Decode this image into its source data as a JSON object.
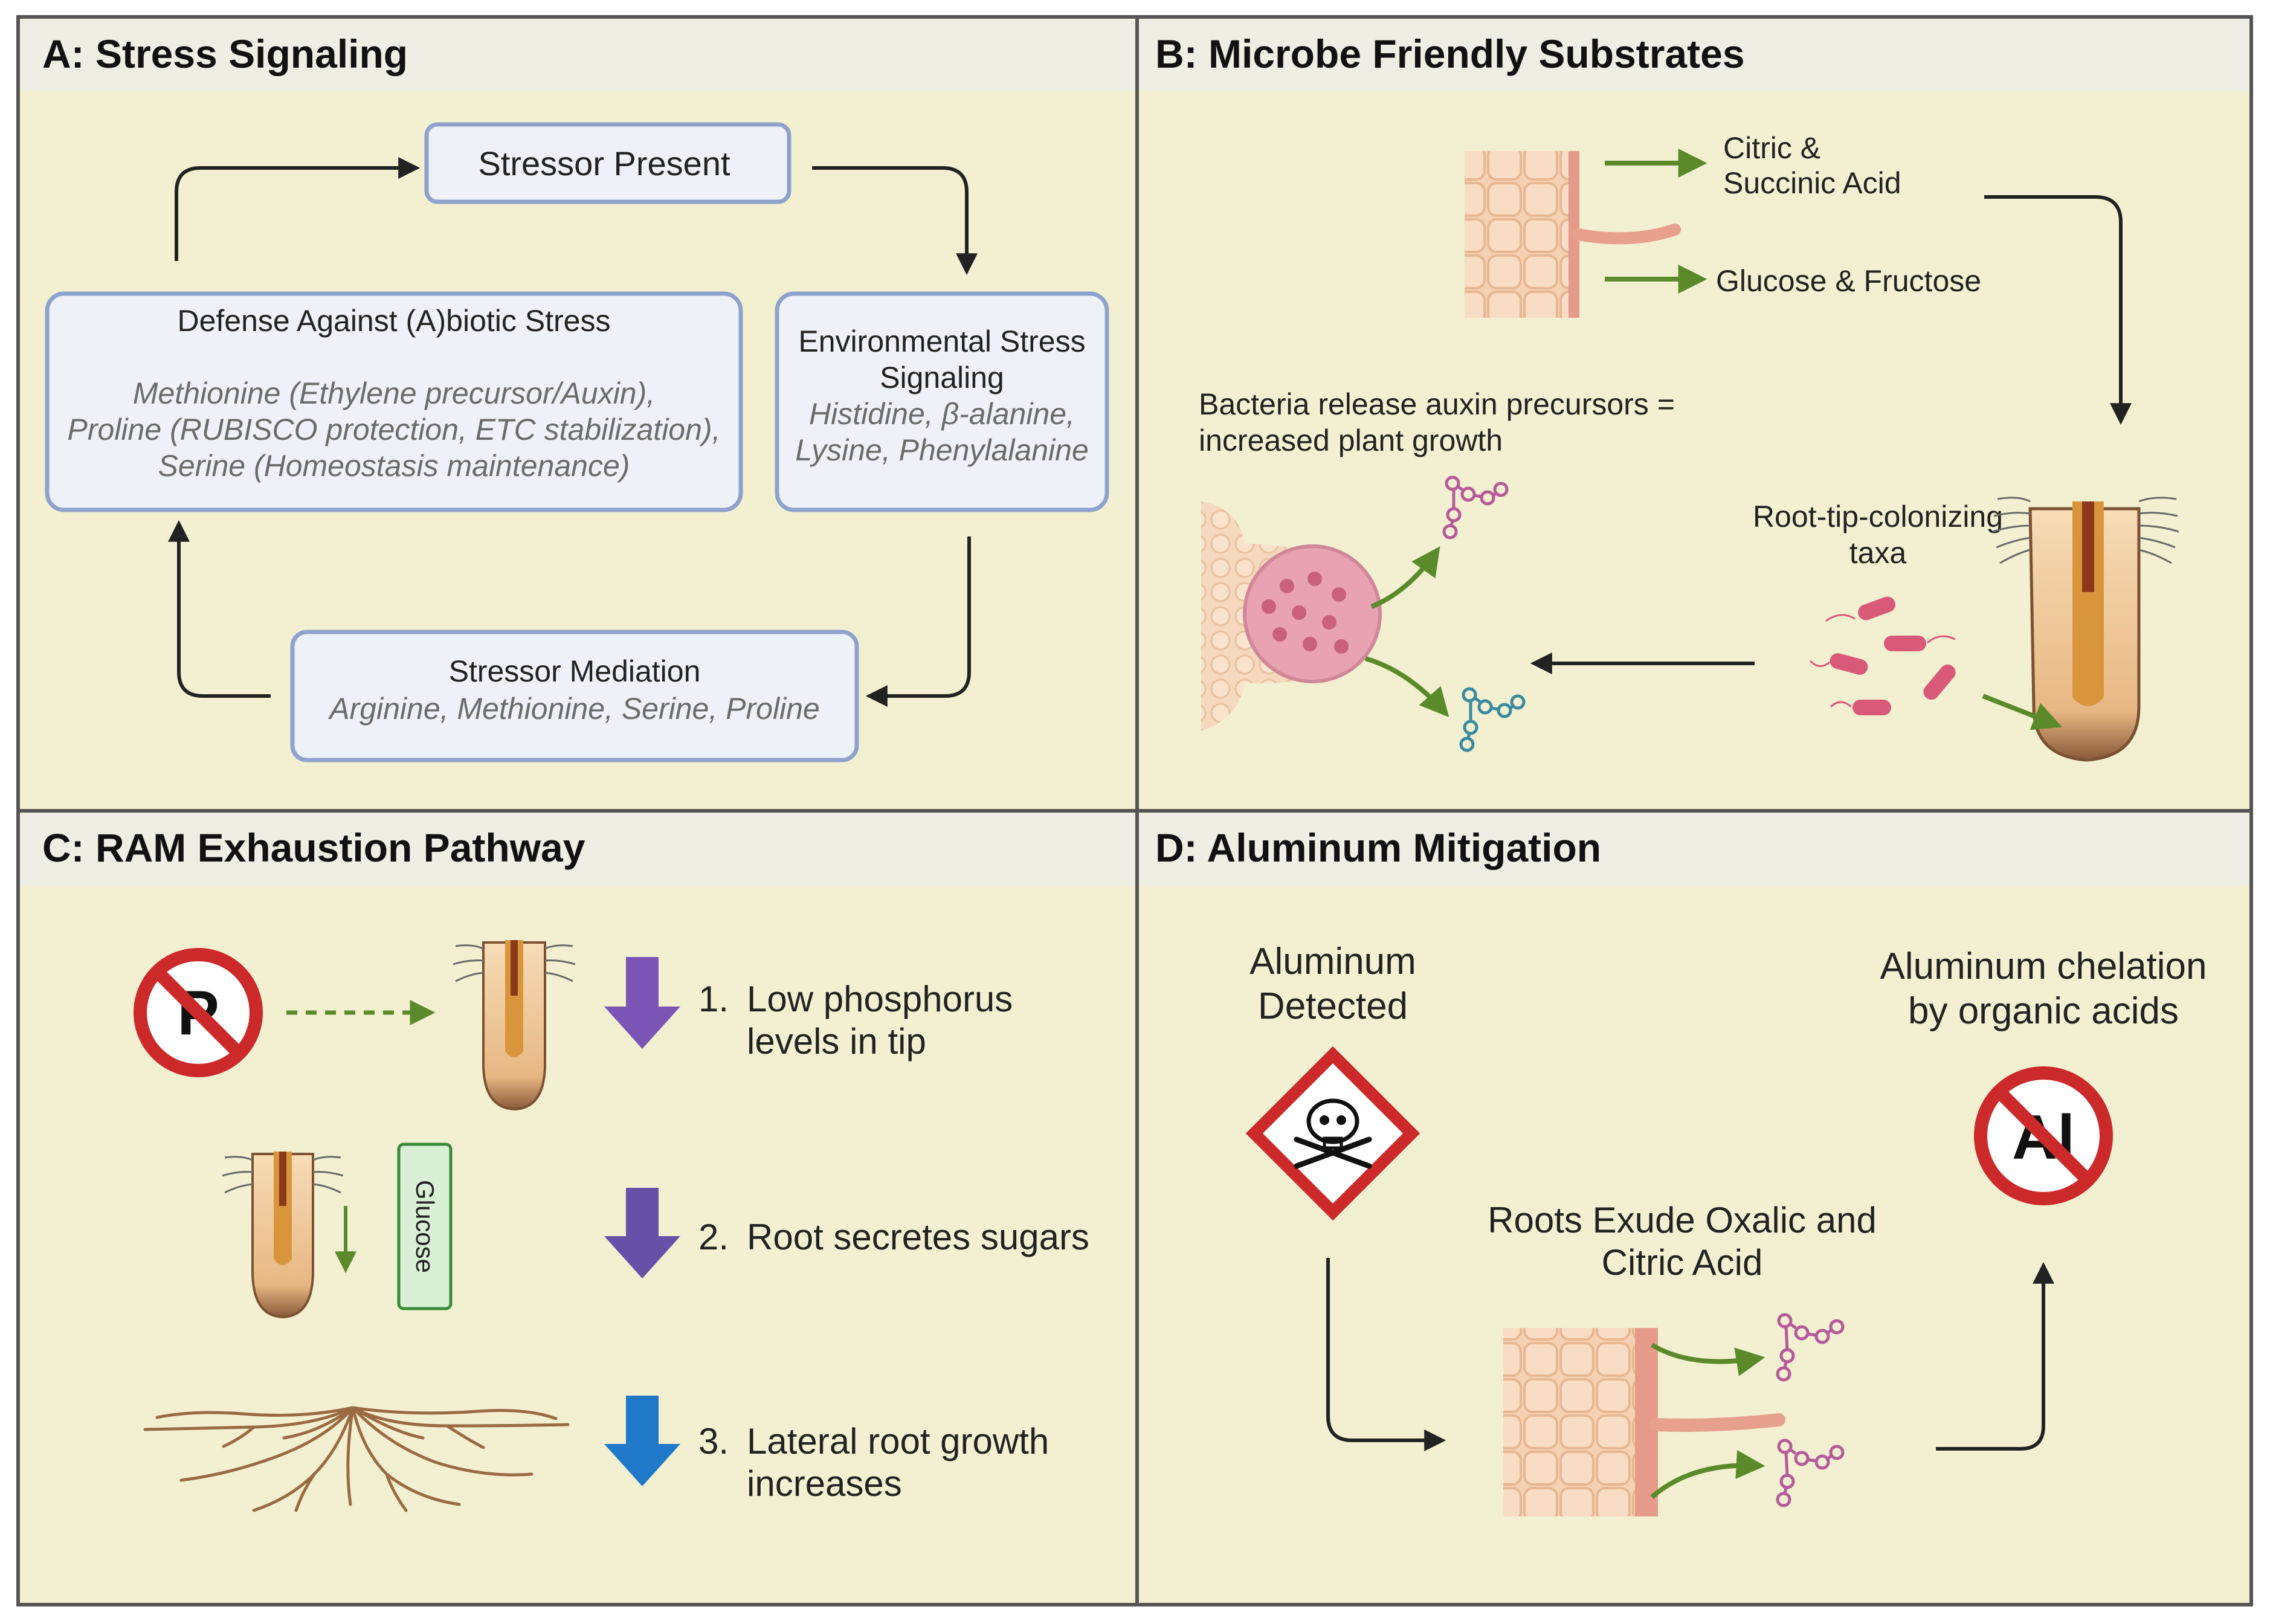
{
  "panels": {
    "a": {
      "title": "A: Stress Signaling",
      "stressor_present": "Stressor Present",
      "defense_title": "Defense Against (A)biotic Stress",
      "defense_lines": [
        "Methionine (Ethylene precursor/Auxin),",
        "Proline (RUBISCO protection, ETC stabilization),",
        "Serine (Homeostasis maintenance)"
      ],
      "env_title_lines": [
        "Environmental Stress",
        "Signaling"
      ],
      "env_lines": [
        "Histidine, β-alanine,",
        "Lysine, Phenylalanine"
      ],
      "mediation_title": "Stressor Mediation",
      "mediation_line": "Arginine, Methionine, Serine, Proline"
    },
    "b": {
      "title": "B: Microbe Friendly Substrates",
      "citric_lines": [
        "Citric &",
        "Succinic Acid"
      ],
      "glucose": "Glucose & Fructose",
      "bacteria_lines": [
        "Bacteria release auxin precursors =",
        "increased plant growth"
      ],
      "root_tip_lines": [
        "Root-tip-colonizing",
        "taxa"
      ]
    },
    "c": {
      "title": "C: RAM Exhaustion Pathway",
      "p_symbol": "P",
      "glucose_tag": "Glucose",
      "steps": [
        {
          "num": "1.",
          "lines": [
            "Low phosphorus",
            "levels in tip"
          ],
          "arrow_color": "#7a55b5"
        },
        {
          "num": "2.",
          "lines": [
            "Root secretes sugars"
          ],
          "arrow_color": "#6750a8"
        },
        {
          "num": "3.",
          "lines": [
            "Lateral root growth",
            "increases"
          ],
          "arrow_color": "#1f78c8"
        }
      ]
    },
    "d": {
      "title": "D: Aluminum Mitigation",
      "detected_lines": [
        "Aluminum",
        "Detected"
      ],
      "chelation_lines": [
        "Aluminum chelation",
        "by organic acids"
      ],
      "exude_lines": [
        "Roots Exude Oxalic and",
        "Citric Acid"
      ],
      "al_symbol": "Al"
    }
  },
  "colors": {
    "panel_bg": "#f3f0d2",
    "header_bg": "#eeeee4",
    "border": "#555555",
    "box_border": "#8ea2cc",
    "box_fill": "#eef1f8",
    "arrow_dark": "#222222",
    "arrow_green": "#5a8a2a",
    "prohibit_red": "#cc2a2a"
  }
}
